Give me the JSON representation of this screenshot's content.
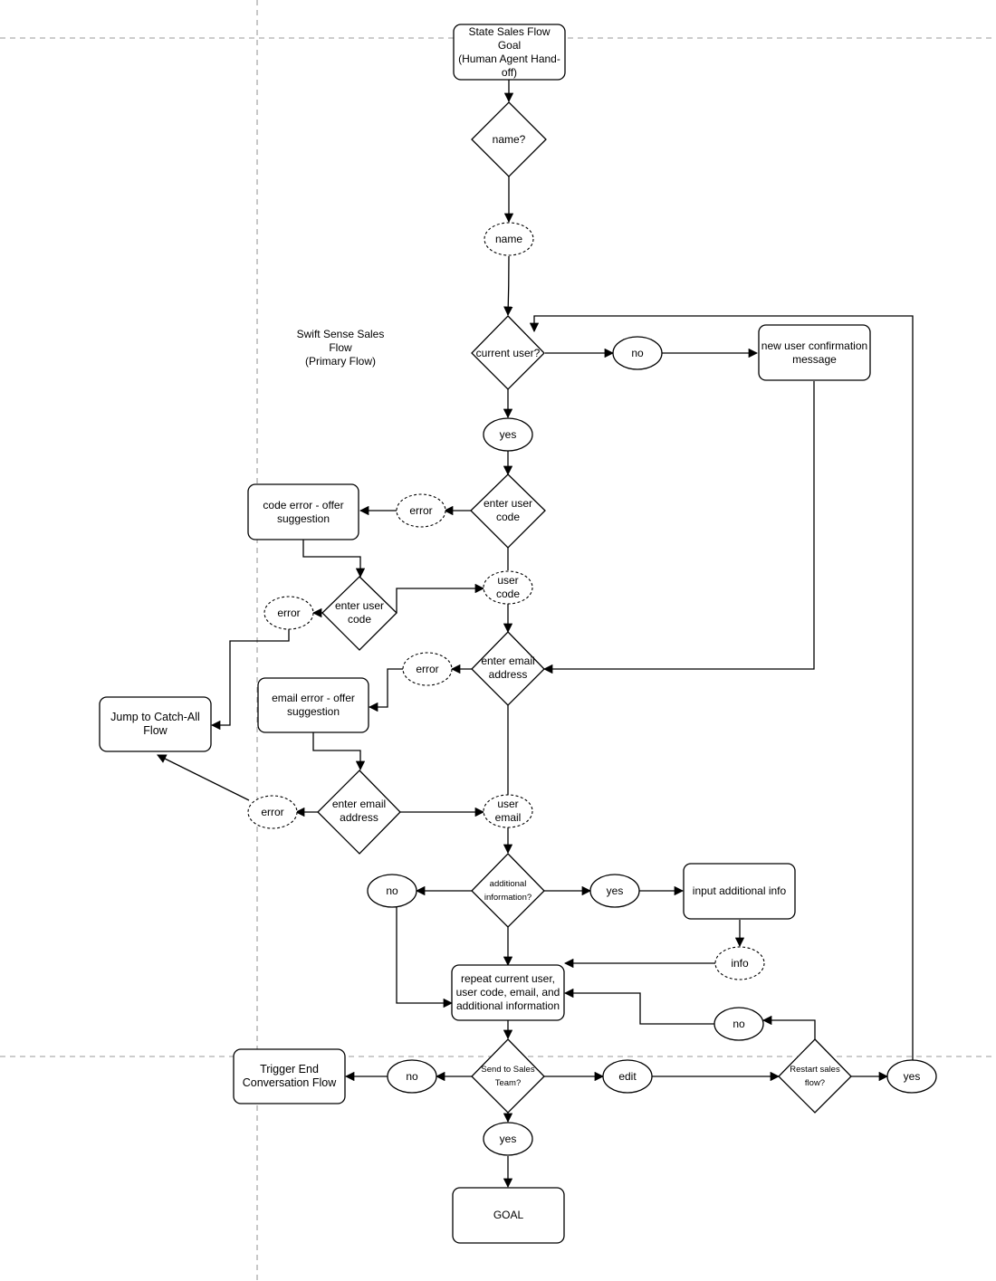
{
  "nodes": {
    "goal_header": "State Sales Flow\nGoal\n(Human Agent Hand-\noff)",
    "name_q": "name?",
    "name": "name",
    "note": "Swift Sense Sales\nFlow\n(Primary Flow)",
    "current_user_q": "current user?",
    "no_1": "no",
    "new_user_msg": "new user confirmation\nmessage",
    "yes_1": "yes",
    "enter_code_1": "enter user\ncode",
    "error_1": "error",
    "code_error": "code error - offer\nsuggestion",
    "user_code": "user\ncode",
    "enter_code_2": "enter user\ncode",
    "error_2": "error",
    "catch_all": "Jump to Catch-All\nFlow",
    "enter_email_1": "enter email\naddress",
    "error_3": "error",
    "email_error": "email error - offer\nsuggestion",
    "enter_email_2": "enter email\naddress",
    "error_4": "error",
    "user_email": "user\nemail",
    "additional_q": "additional\ninformation?",
    "no_2": "no",
    "yes_2": "yes",
    "input_info": "input additional info",
    "info": "info",
    "repeat": "repeat current user,\nuser code, email, and\nadditional information",
    "no_3": "no",
    "send_q": "Send to Sales\nTeam?",
    "no_4": "no",
    "trigger_end": "Trigger End\nConversation Flow",
    "edit": "edit",
    "restart_q": "Restart sales\nflow?",
    "yes_3": "yes",
    "yes_4": "yes",
    "goal": "GOAL"
  }
}
